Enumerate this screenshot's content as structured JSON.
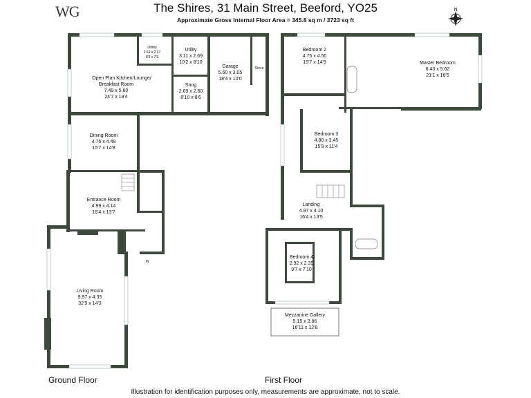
{
  "header": {
    "logo": "WG",
    "title": "The Shires, 31 Main Street, Beeford, YO25",
    "subtitle": "Approximate Gross Internal Floor Area  = 345.8 sq m  / 3723 sq ft"
  },
  "compass": {
    "label": "N"
  },
  "floors": {
    "ground": "Ground Floor",
    "first": "First Floor"
  },
  "rooms": {
    "utility_small": {
      "name": "Utility",
      "metric": "2.64 x 2.27",
      "imperial": "8'8 x 7'5"
    },
    "utility": {
      "name": "Utility",
      "metric": "3.11 x 2.69",
      "imperial": "10'2 x 8'10"
    },
    "garage": {
      "name": "Garage",
      "metric": "5.60 x 3.05",
      "imperial": "18'4 x 10'0"
    },
    "store": {
      "name": "Store"
    },
    "kitchen": {
      "name1": "Open Plan Kitchen/Lounge/",
      "name2": "Breakfast Room",
      "metric": "7.49 x 5.60",
      "imperial": "24'7 x 18'4"
    },
    "snug": {
      "name": "Snug",
      "metric": "2.69 x 2.60",
      "imperial": "8'10 x 8'6"
    },
    "dining": {
      "name": "Dining Room",
      "metric": "4.76 x 4.48",
      "imperial": "15'7 x 14'8"
    },
    "entrance": {
      "name": "Entrance Room",
      "metric": "4.99 x 4.14",
      "imperial": "16'4 x 13'7"
    },
    "entrance_in": {
      "name": "IN"
    },
    "living": {
      "name": "Living Room",
      "metric": "9.97 x 4.35",
      "imperial": "32'9 x 14'3"
    },
    "bedroom2": {
      "name": "Bedroom 2",
      "metric": "4.75 x 4.50",
      "imperial": "15'7 x 14'9"
    },
    "master": {
      "name": "Master Bedroom",
      "metric": "6.43 x 5.62",
      "imperial": "21'1 x 18'5"
    },
    "bedroom3": {
      "name": "Bedroom 3",
      "metric": "4.80 x 3.45",
      "imperial": "15'9 x 11'4"
    },
    "landing": {
      "name": "Landing",
      "metric": "4.97 x 4.10",
      "imperial": "16'4 x 13'5"
    },
    "bedroom4": {
      "name": "Bedroom 4",
      "metric": "2.92 x 2.39",
      "imperial": "9'7 x 7'10"
    },
    "mezzanine": {
      "name": "Mezzanine Gallery",
      "metric": "5.15 x 3.86",
      "imperial": "16'11 x 12'8"
    }
  },
  "footer": {
    "disclaimer": "Illustration for identification purposes only, measurements are approximate, not to scale."
  }
}
